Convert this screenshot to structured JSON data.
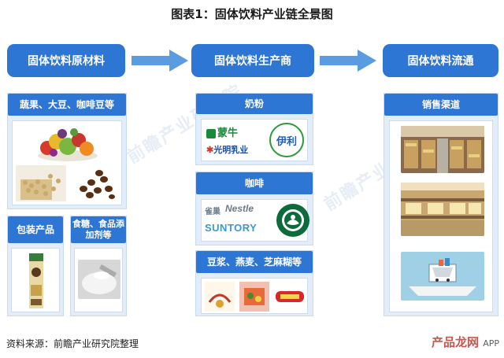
{
  "title": "图表1：固体饮料产业链全景图",
  "stages": {
    "upstream": "固体饮料原材料",
    "midstream": "固体饮料生产商",
    "downstream": "固体饮料流通"
  },
  "upstream": {
    "fruits_label": "蔬果、大豆、咖啡豆等",
    "packaging_label": "包装产品",
    "additives_label": "食糖、食品添加剂等"
  },
  "midstream": {
    "milk_powder_label": "奶粉",
    "coffee_label": "咖啡",
    "grains_label": "豆浆、燕麦、芝麻糊等",
    "milk_brands": [
      "蒙牛",
      "伊利",
      "光明乳业"
    ],
    "coffee_brands": [
      "雀巢",
      "Nestle",
      "SUNTORY"
    ]
  },
  "downstream": {
    "sales_channel_label": "销售渠道"
  },
  "footer": {
    "source": "资料来源：前瞻产业研究院整理",
    "watermark": "产品龙网",
    "watermark_suffix": "APP"
  },
  "colors": {
    "accent_blue": "#2e76d3",
    "panel_bg": "#e3edf9",
    "arrow_blue": "#5b9be0"
  }
}
